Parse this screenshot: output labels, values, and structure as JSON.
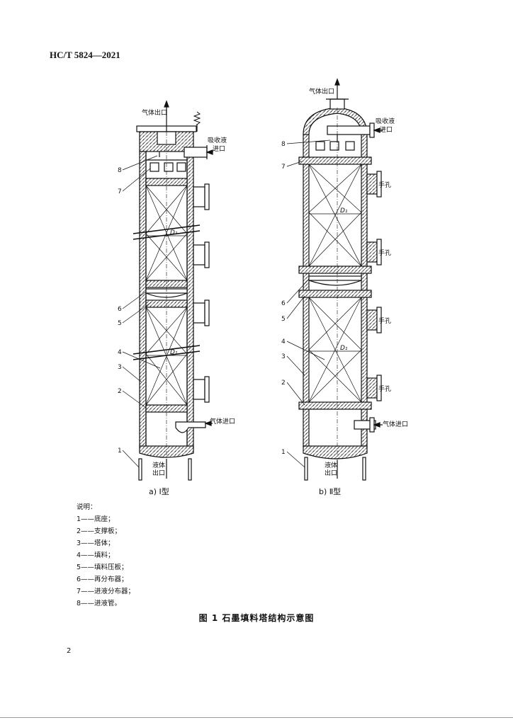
{
  "header": {
    "standard": "HC/T 5824—2021"
  },
  "figure": {
    "caption": "图 1   石墨填料塔结构示意图",
    "subfigures": [
      {
        "label": "a)   Ⅰ型"
      },
      {
        "label": "b)   Ⅱ型"
      }
    ],
    "labels_a": {
      "gas_out": "气体出口",
      "absorbent_in_1": "吸收液",
      "absorbent_in_2": "进口",
      "gas_in": "气体进口",
      "liquid_out_1": "液体",
      "liquid_out_2": "出口",
      "diameter": "D₁"
    },
    "labels_b": {
      "gas_out": "气体出口",
      "absorbent_in_1": "吸收液",
      "absorbent_in_2": "进口",
      "handhole": "手孔",
      "gas_in": "气体进口",
      "liquid_out_1": "液体",
      "liquid_out_2": "出口",
      "diameter": "D₁"
    },
    "callout_numbers": [
      "1",
      "2",
      "3",
      "4",
      "5",
      "6",
      "7",
      "8"
    ]
  },
  "legend": {
    "title": "说明：",
    "items": [
      "1——底座；",
      "2——支撑板；",
      "3——塔体；",
      "4——填料；",
      "5——填料压板；",
      "6——再分布器；",
      "7——进液分布器；",
      "8——进液管。"
    ]
  },
  "page": {
    "number": "2"
  }
}
